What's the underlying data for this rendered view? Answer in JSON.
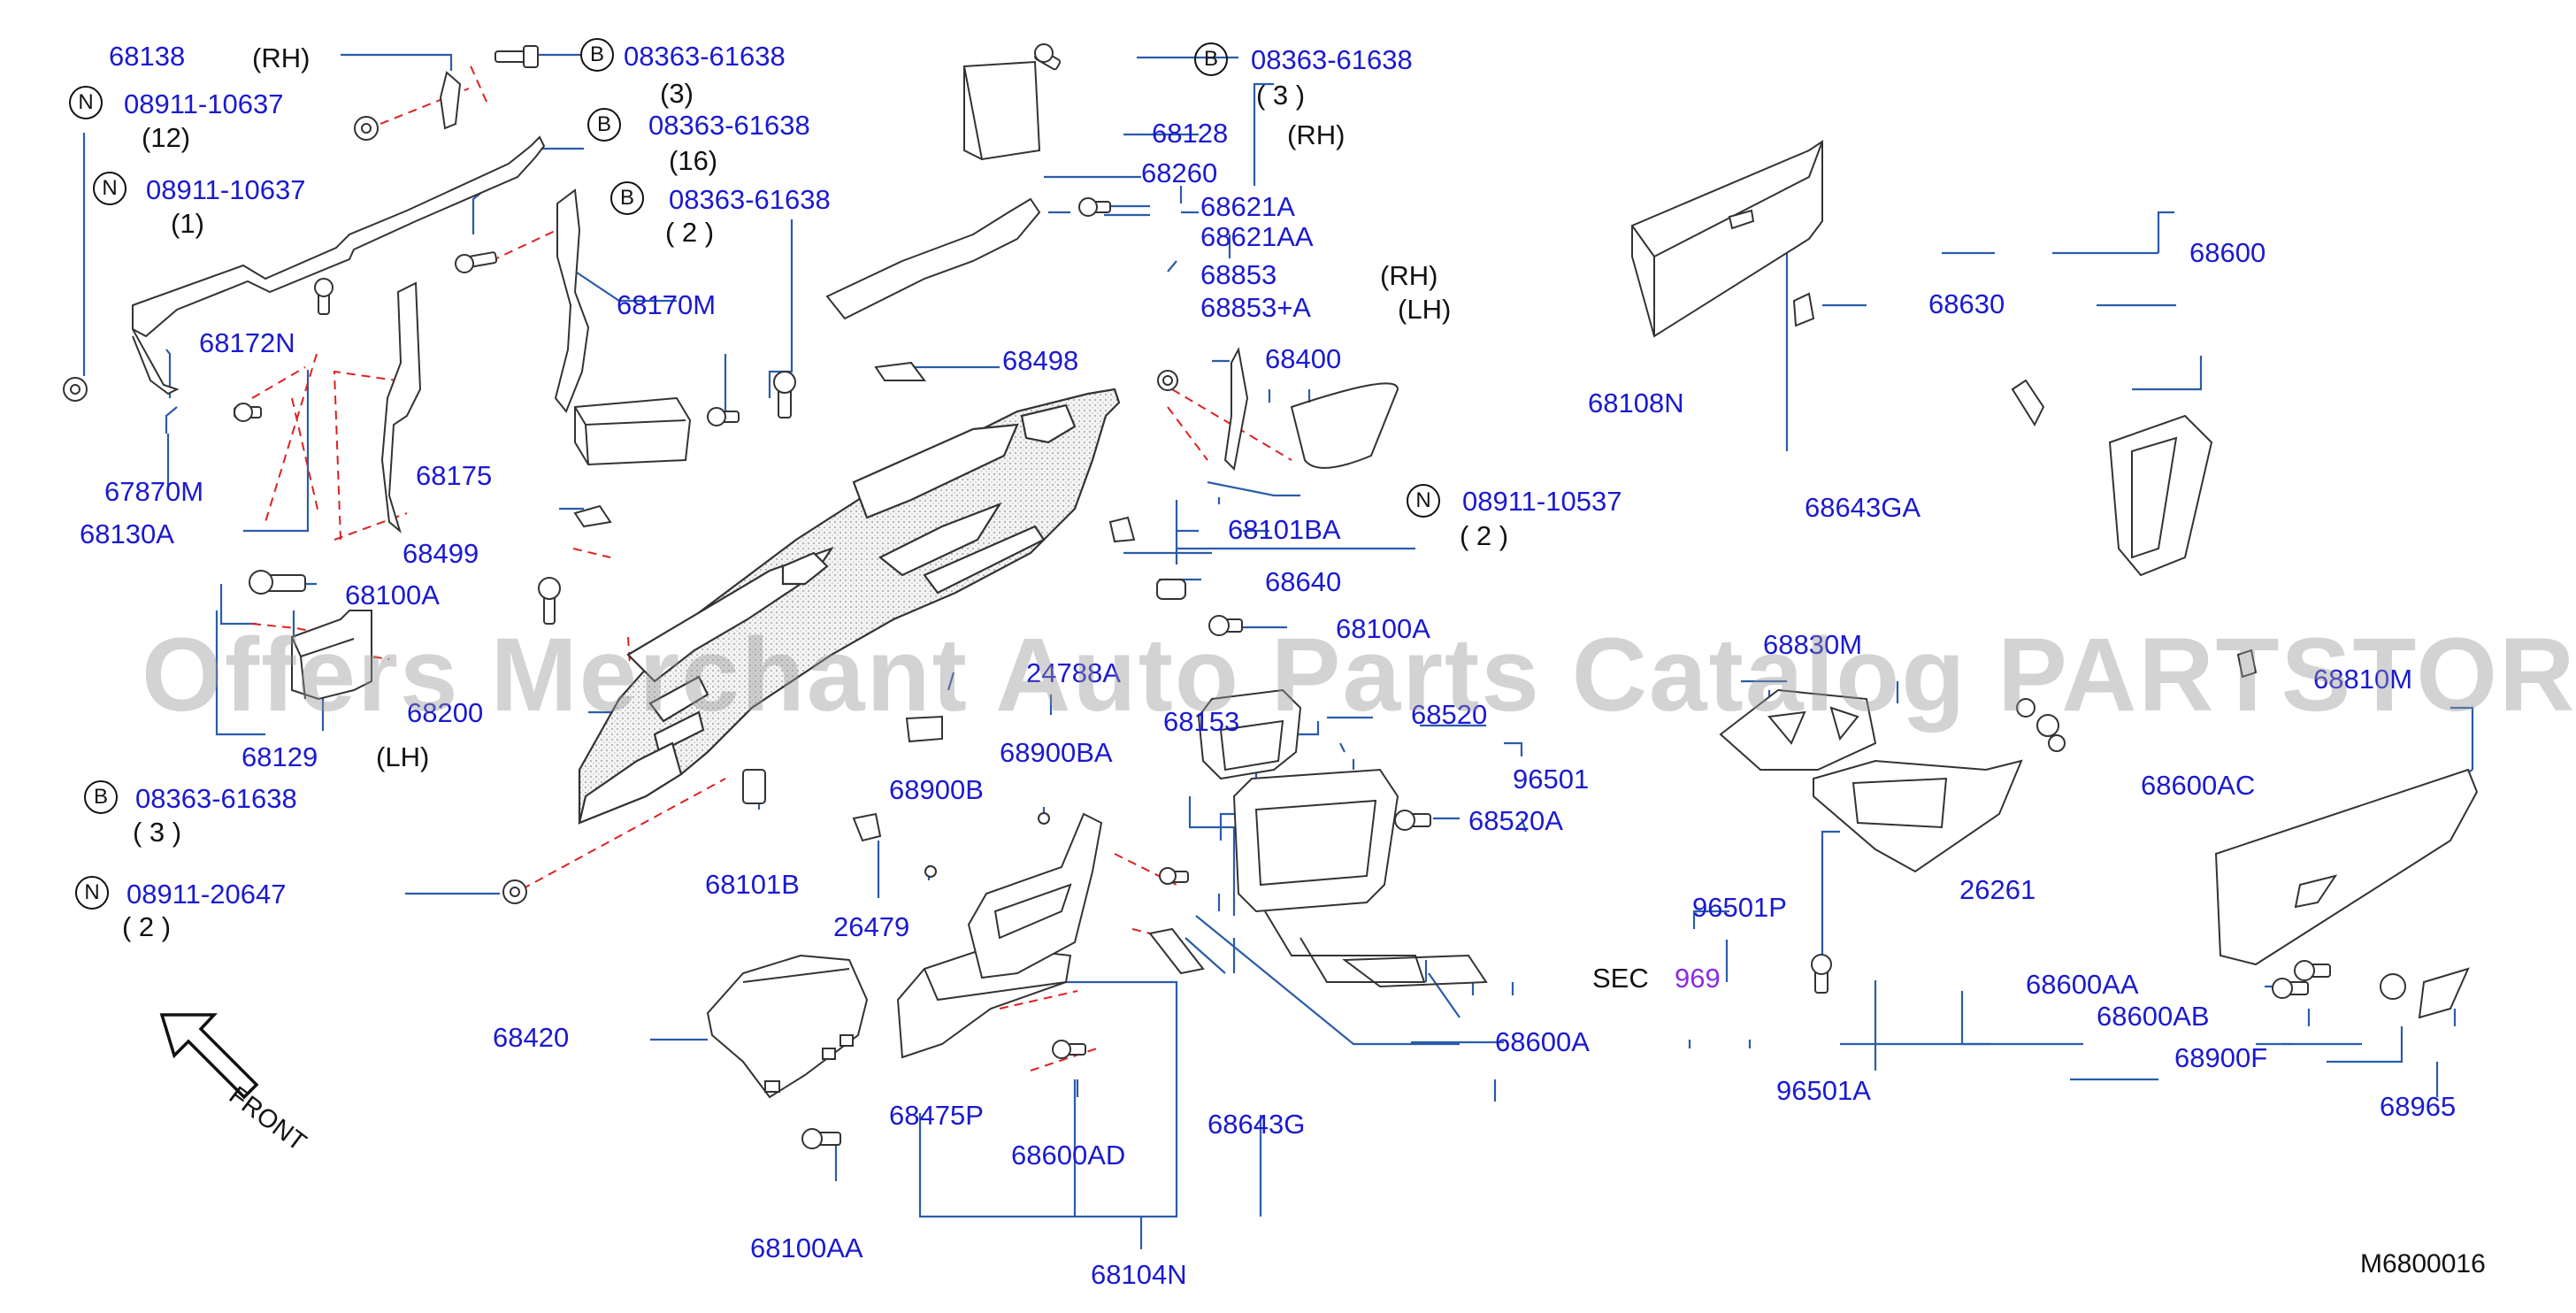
{
  "diagram_code": "M6800016",
  "watermark": "Offers Merchant Auto Parts Catalog PARTSTORE.SA",
  "front_label": "FRONT",
  "sec_label": "SEC",
  "sec_number": "969",
  "markers": {
    "b": "B",
    "n": "N"
  },
  "colors": {
    "part_number": "#1a1ad0",
    "text": "#111111",
    "leader_line": "#2a5caa",
    "hidden_line": "#e02020",
    "watermark": "#969696"
  },
  "labels": {
    "p68138": "68138",
    "rh_68138": "(RH)",
    "b1_num": "08363-61638",
    "b1_qty": "(3)",
    "n1_num": "08911-10637",
    "n1_qty": "(12)",
    "b2_num": "08363-61638",
    "b2_qty": "(16)",
    "n2_num": "08911-10637",
    "n2_qty": "(1)",
    "b3_num": "08363-61638",
    "b3_qty": "( 2 )",
    "p68172N": "68172N",
    "p68170M": "68170M",
    "p67870M": "67870M",
    "p68130A": "68130A",
    "p68175": "68175",
    "p68499": "68499",
    "p68100A_l": "68100A",
    "p68200": "68200",
    "p68129": "68129",
    "lh_68129": "(LH)",
    "b4_num": "08363-61638",
    "b4_qty": "( 3 )",
    "n3_num": "08911-20647",
    "n3_qty": "( 2 )",
    "p68420": "68420",
    "p68101B": "68101B",
    "p26479": "26479",
    "p68900B": "68900B",
    "p68900BA": "68900BA",
    "p24788A": "24788A",
    "p68475P": "68475P",
    "p68600AD": "68600AD",
    "p68100AA": "68100AA",
    "p68104N": "68104N",
    "p68643G": "68643G",
    "p68600A": "68600A",
    "b5_num": "08363-61638",
    "b5_qty": "( 3 )",
    "p68128": "68128",
    "rh_68128": "(RH)",
    "p68260": "68260",
    "p68621A": "68621A",
    "p68621AA": "68621AA",
    "p68853": "68853",
    "p68853A": "68853+A",
    "rh_68853": "(RH)",
    "lh_68853": "(LH)",
    "p68498": "68498",
    "p68400": "68400",
    "n4_num": "08911-10537",
    "n4_qty": "( 2 )",
    "p68101BA": "68101BA",
    "p68640": "68640",
    "p68100A_r": "68100A",
    "p68153": "68153",
    "p68520": "68520",
    "p68520A": "68520A",
    "p68600": "68600",
    "p68630": "68630",
    "p68108N": "68108N",
    "p68643GA": "68643GA",
    "p68830M": "68830M",
    "p68600AC": "68600AC",
    "p68810M": "68810M",
    "p96501": "96501",
    "p96501P": "96501P",
    "p26261": "26261",
    "p96501A": "96501A",
    "p68600AA": "68600AA",
    "p68600AB": "68600AB",
    "p68900F": "68900F",
    "p68965": "68965"
  }
}
